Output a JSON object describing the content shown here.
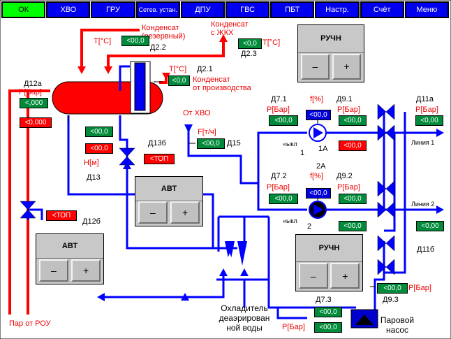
{
  "toolbar": [
    {
      "label": "ОК",
      "active": true
    },
    {
      "label": "ХВО"
    },
    {
      "label": "ГРУ"
    },
    {
      "label": "Сетев. устан."
    },
    {
      "label": "ДПУ"
    },
    {
      "label": "ГВС"
    },
    {
      "label": "ПБТ"
    },
    {
      "label": "Настр."
    },
    {
      "label": "Счёт"
    },
    {
      "label": "Меню"
    }
  ],
  "colors": {
    "pipe_blue": "#0000ff",
    "pipe_red": "#ff0000",
    "value_ok": "#008a3a",
    "value_alarm": "#ff0000",
    "toolbar": "#0000ee",
    "toolbar_active": "#00ff00"
  },
  "labels": {
    "cond_reserve": "Конденсат\n(резервный)",
    "cond_gkh": "Конденсат\nс ЖКХ",
    "cond_prod": "Конденсат\nот производства",
    "ot_hvo": "От ХВО",
    "cooler": "Охладитель\nдеаэрирован\nной воды",
    "steam_pump": "Паровой\nнасос",
    "par_rou": "Пар от РОУ",
    "line1": "Линия 1",
    "line2": "Линия 2",
    "temp_unit": "T[°С]",
    "pres_unit": "Р[Бар]",
    "freq_unit": "f[%]",
    "flow_unit": "F[т/ч]",
    "level_unit": "Н[м]",
    "off": "«ыкл",
    "pump1_num": "1",
    "pump2_num": "2",
    "pump1_tag": "1А",
    "pump2_tag": "2А"
  },
  "sensors": {
    "d22": "Д2.2",
    "d23": "Д2.3",
    "d21": "Д2.1",
    "d12a": "Д12а",
    "d13": "Д13",
    "d13b": "Д13б",
    "d15": "Д15",
    "d12b": "Д12б",
    "d71": "Д7.1",
    "d91": "Д9.1",
    "d11a": "Д11а",
    "d72": "Д7.2",
    "d92": "Д9.2",
    "d11b": "Д11б",
    "d73": "Д7.3",
    "d93": "Д9.3"
  },
  "values": {
    "d22_t": "<00,0",
    "d23_t": "<0,0",
    "d21_t": "<0,0",
    "d12a_p": "<,000",
    "d12a_alarm": "<0,000",
    "d13_a": "<00,0",
    "d13_b": "<00,0",
    "d13b_valve": "<ТОП",
    "d15_f": "<00,0",
    "d12b_valve": "<ТОП",
    "d71_p": "<00,0",
    "f1": "<00,0",
    "d91_a": "<00,0",
    "d91_b": "<00,0",
    "d11a_p": "<0,00",
    "d72_p": "<00,0",
    "f2": "<00,0",
    "d92_a": "<00,0",
    "d92_b": "<00,0",
    "d11b_p": "<0,00",
    "d93_p": "<00,0",
    "d73_a": "<00,0",
    "d73_b": "<00,0"
  },
  "panels": {
    "avt1": {
      "title": "АВТ",
      "minus": "–",
      "plus": "+"
    },
    "avt2": {
      "title": "АВТ",
      "minus": "–",
      "plus": "+"
    },
    "ruch1": {
      "title": "РУЧН",
      "minus": "–",
      "plus": "+"
    },
    "ruch2": {
      "title": "РУЧН",
      "minus": "–",
      "plus": "+"
    }
  }
}
